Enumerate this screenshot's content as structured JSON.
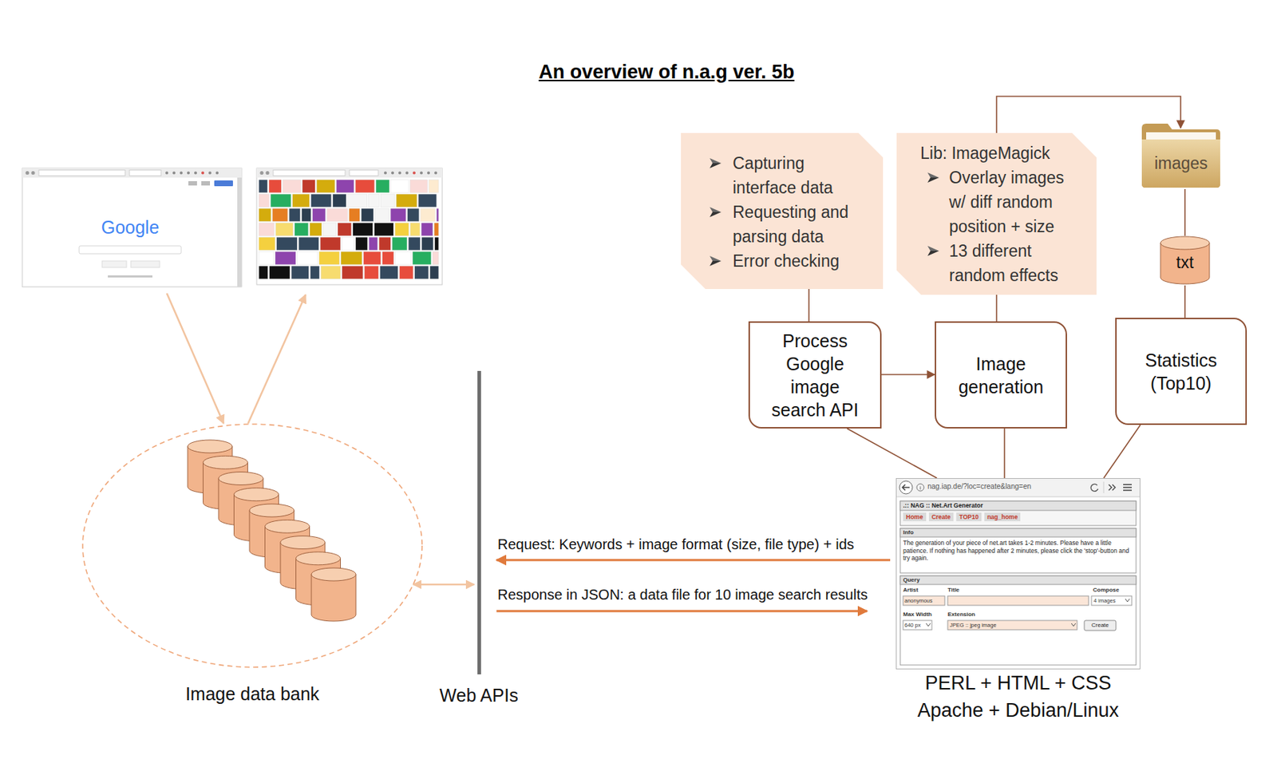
{
  "diagram": {
    "title": "An overview of n.a.g ver. 5b",
    "nodes": [
      {
        "text": [
          "Image data bank"
        ]
      },
      {
        "text": [
          "Web APIs"
        ]
      },
      {
        "text": [
          "Capturing interface data",
          "Requesting and parsing data",
          "Error checking"
        ]
      },
      {
        "text": [
          "Lib: ImageMagick",
          "Overlay images w/ diff random position + size",
          "13 different random effects"
        ]
      },
      {
        "text": [
          "images"
        ]
      },
      {
        "text": [
          "txt"
        ]
      },
      {
        "text": [
          "Process Google image search API"
        ]
      },
      {
        "text": [
          "Image generation"
        ]
      },
      {
        "text": [
          "Statistics (Top10)"
        ]
      },
      {
        "text": [
          "PERL + HTML + CSS Apache + Debian/Linux"
        ]
      }
    ],
    "edges": [
      {
        "from": 0,
        "to": 1,
        "arrow": "both"
      },
      {
        "from": 9,
        "to": 1,
        "label": "Request: Keywords + image format (size, file type) + ids",
        "arrow": "to"
      },
      {
        "from": 1,
        "to": 9,
        "label": "Response in JSON: a data file for 10 image search results",
        "arrow": "to"
      },
      {
        "from": 2,
        "to": 6,
        "arrow": "none"
      },
      {
        "from": 3,
        "to": 4,
        "arrow": "to"
      },
      {
        "from": 3,
        "to": 7,
        "arrow": "none"
      },
      {
        "from": 4,
        "to": 5,
        "arrow": "none"
      },
      {
        "from": 5,
        "to": 8,
        "arrow": "none"
      },
      {
        "from": 6,
        "to": 7,
        "arrow": "to"
      },
      {
        "from": 9,
        "to": 6,
        "arrow": "none"
      },
      {
        "from": 9,
        "to": 7,
        "arrow": "none"
      },
      {
        "from": 9,
        "to": 8,
        "arrow": "none"
      }
    ],
    "labels": [
      "Google",
      "nag.iap.de/?loc=create&lang=en",
      ".:: NAG :: Net.Art Generator",
      "Home",
      "Create",
      "TOP10",
      "nag_home",
      "Info",
      "The generation of your piece of net.art takes 1-2 minutes. Please have a little patience. If nothing has happened after 2 minutes, please click the 'stop'-button and try again.",
      "Query",
      "Artist",
      "Title",
      "Compose",
      "anonymous",
      "4 images",
      "Max Width",
      "Extension",
      "640 px",
      "JPEG :: jpeg image",
      "Create"
    ]
  }
}
